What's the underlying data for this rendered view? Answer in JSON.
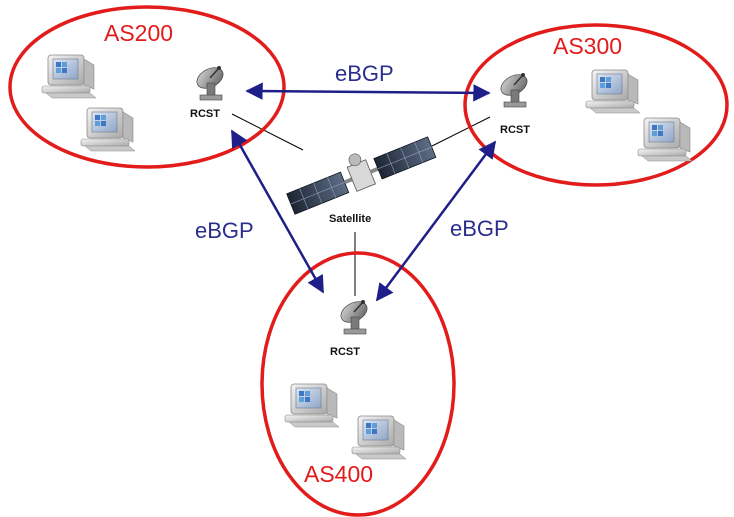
{
  "colors": {
    "as_boundary": "#e21b1b",
    "bgp_link": "#1f1f8a",
    "link_line": "#000000"
  },
  "autonomous_systems": [
    {
      "name": "AS200",
      "router_label": "RCST",
      "hosts": 2
    },
    {
      "name": "AS300",
      "router_label": "RCST",
      "hosts": 2
    },
    {
      "name": "AS400",
      "router_label": "RCST",
      "hosts": 2
    }
  ],
  "satellite": {
    "label": "Satellite",
    "icon": "satellite-icon"
  },
  "bgp_links": [
    {
      "label": "eBGP",
      "between": [
        "AS200",
        "AS300"
      ]
    },
    {
      "label": "eBGP",
      "between": [
        "AS200",
        "AS400"
      ]
    },
    {
      "label": "eBGP",
      "between": [
        "AS300",
        "AS400"
      ]
    }
  ],
  "icons": {
    "router": "satellite-dish-icon",
    "host": "desktop-computer-icon"
  }
}
